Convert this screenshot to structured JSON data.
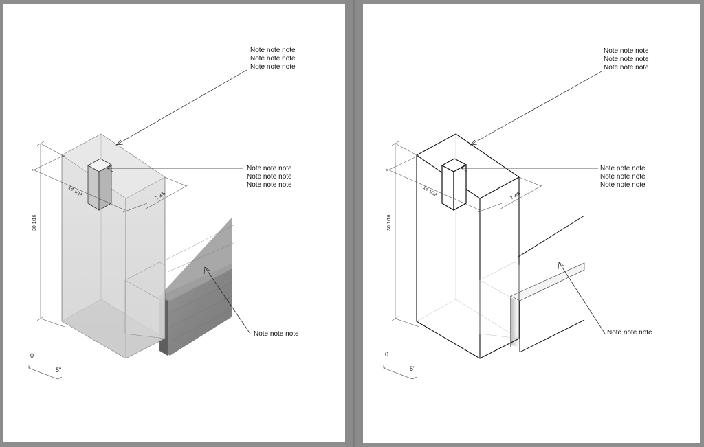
{
  "sheets": [
    {
      "variant": "shaded",
      "note_top": [
        "Note note note",
        "Note note note",
        "Note note note"
      ],
      "note_mid": [
        "Note note note",
        "Note note note",
        "Note note note"
      ],
      "note_bottom": "Note note note",
      "dim_width": "14 1/16",
      "dim_depth": "7 3/8",
      "dim_height": "30 1/16",
      "scale_zero": "0",
      "scale_five": "5\""
    },
    {
      "variant": "line",
      "note_top": [
        "Note note note",
        "Note note note",
        "Note note note"
      ],
      "note_mid": [
        "Note note note",
        "Note note note",
        "Note note note"
      ],
      "note_bottom": "Note note note",
      "dim_width": "14 1/16",
      "dim_depth": "7 3/8",
      "dim_height": "30 1/16",
      "scale_zero": "0",
      "scale_five": "5\""
    }
  ],
  "colors": {
    "background": "#8d8d8d",
    "page": "#ffffff",
    "wood": "#8f8f8f",
    "translucent": "#d6d6d6",
    "line": "#111111"
  }
}
